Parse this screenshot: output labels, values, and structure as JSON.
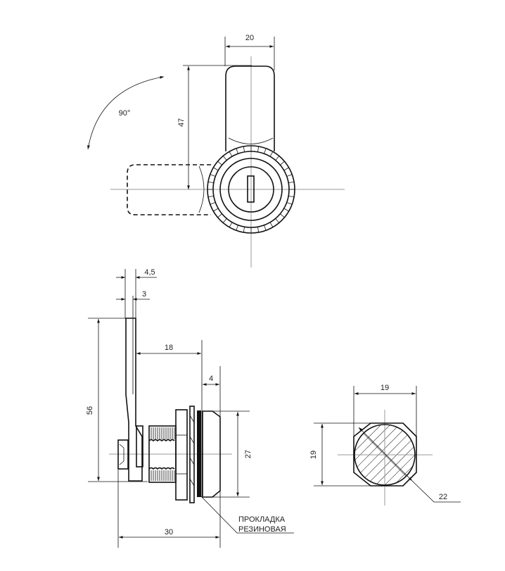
{
  "drawing": {
    "front_view": {
      "width_dim": "20",
      "height_dim": "47",
      "rotation_angle": "90°"
    },
    "side_view": {
      "cam_thickness_outer": "4,5",
      "cam_thickness": "3",
      "cam_offset": "18",
      "head_depth": "4",
      "cam_length": "56",
      "head_diameter": "27",
      "total_length": "30",
      "gasket_label_line1": "ПРОКЛАДКА",
      "gasket_label_line2": "РЕЗИНОВАЯ"
    },
    "section_view": {
      "width_dim": "19",
      "height_dim": "19",
      "diagonal_dim": "22"
    }
  }
}
